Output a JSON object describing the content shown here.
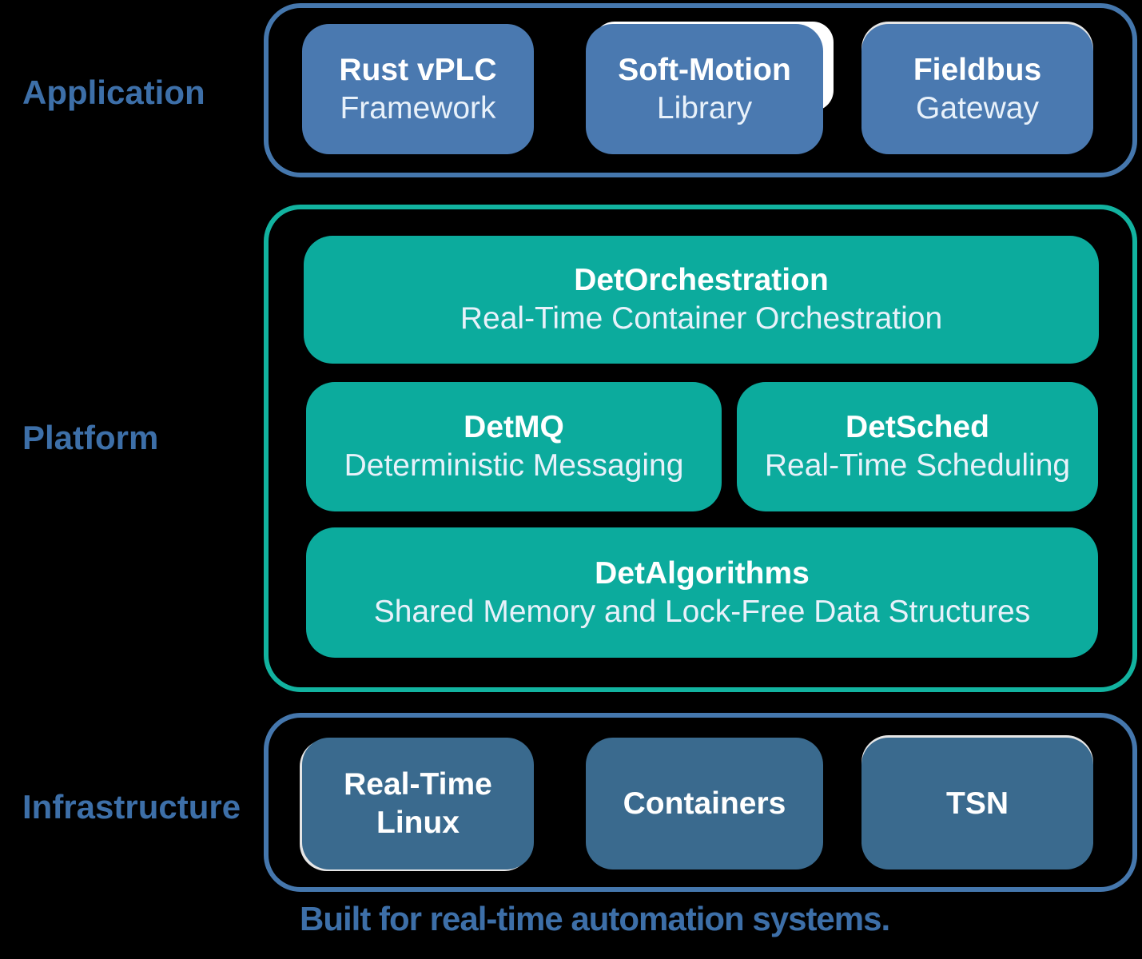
{
  "page": {
    "background_color": "#000000",
    "accent_blue": "#3d6fa8",
    "box_blue": "#4a79b0",
    "box_teal": "#0cab9d",
    "box_steel": "#3a6a8e",
    "border_blue": "#4577ad",
    "border_teal": "#12b3a0",
    "text_white": "#ffffff"
  },
  "sections": {
    "application": {
      "label": "Application",
      "boxes": [
        {
          "title": "Rust vPLC",
          "subtitle": "Framework"
        },
        {
          "title": "Soft-Motion",
          "subtitle": "Library"
        },
        {
          "title": "Fieldbus",
          "subtitle": "Gateway"
        }
      ]
    },
    "platform": {
      "label": "Platform",
      "boxes": [
        {
          "title": "DetOrchestration",
          "subtitle": "Real-Time Container Orchestration"
        },
        {
          "title": "DetMQ",
          "subtitle": "Deterministic Messaging"
        },
        {
          "title": "DetSched",
          "subtitle": "Real-Time Scheduling"
        },
        {
          "title": "DetAlgorithms",
          "subtitle": "Shared Memory and Lock-Free Data Structures"
        }
      ]
    },
    "infrastructure": {
      "label": "Infrastructure",
      "boxes": [
        {
          "title": "Real-Time",
          "subtitle": "Linux"
        },
        {
          "title": "Containers",
          "subtitle": ""
        },
        {
          "title": "TSN",
          "subtitle": ""
        }
      ]
    }
  },
  "caption": {
    "text": "Built for real-time automation systems."
  }
}
